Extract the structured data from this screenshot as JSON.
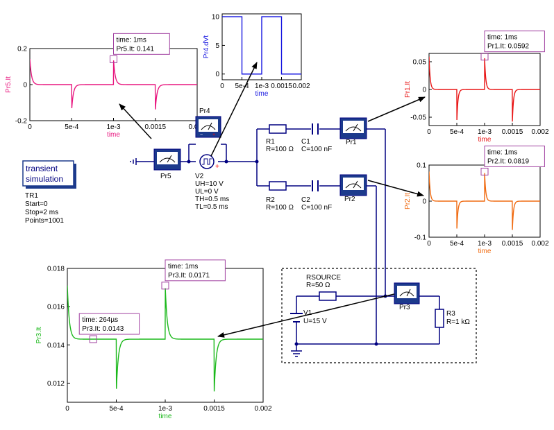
{
  "colors": {
    "wire": "#000080",
    "pr5": "#e8177f",
    "pr4": "#1515e0",
    "pr1": "#e81414",
    "pr2": "#f06a10",
    "pr3": "#1ab81a",
    "marker": "#a040a0",
    "dashed_box": "#000000"
  },
  "simulation": {
    "box_line1": "transient",
    "box_line2": "simulation",
    "name": "TR1",
    "start": "Start=0",
    "stop": "Stop=2 ms",
    "points": "Points=1001"
  },
  "components": {
    "pr5": "Pr5",
    "pr4": "Pr4",
    "pr1": "Pr1",
    "pr2": "Pr2",
    "pr3": "Pr3",
    "v2": {
      "name": "V2",
      "p1": "UH=10 V",
      "p2": "UL=0 V",
      "p3": "TH=0.5 ms",
      "p4": "TL=0.5 ms"
    },
    "r1": {
      "name": "R1",
      "value": "R=100 Ω"
    },
    "c1": {
      "name": "C1",
      "value": "C=100 nF"
    },
    "r2": {
      "name": "R2",
      "value": "R=100 Ω"
    },
    "c2": {
      "name": "C2",
      "value": "C=100 nF"
    },
    "rsource": {
      "name": "RSOURCE",
      "value": "R=50 Ω"
    },
    "v1": {
      "name": "V1",
      "value": "U=15 V"
    },
    "r3": {
      "name": "R3",
      "value": "R=1 kΩ"
    },
    "plus_sign": "+"
  },
  "chart_data": [
    {
      "id": "pr5",
      "type": "line",
      "ylabel": "Pr5.It",
      "xlabel": "time",
      "xlim": [
        0,
        0.002
      ],
      "ylim": [
        -0.2,
        0.2
      ],
      "xticks": [
        0,
        0.0005,
        0.001,
        0.0015,
        0.002
      ],
      "xtick_labels": [
        "0",
        "5e-4",
        "1e-3",
        "0.0015",
        "0.002"
      ],
      "yticks": [
        -0.2,
        0,
        0.2
      ],
      "ytick_labels": [
        "-0.2",
        "0",
        "0.2"
      ],
      "baseline": 0,
      "pulses": [
        {
          "t": 0.0,
          "amp": 0.141
        },
        {
          "t": 0.0005,
          "amp": -0.141
        },
        {
          "t": 0.001,
          "amp": 0.141
        },
        {
          "t": 0.0015,
          "amp": -0.141
        }
      ],
      "tau": 2e-05,
      "marker": {
        "x": 0.001,
        "y": 0.141,
        "line1": "time: 1ms",
        "line2": "Pr5.It: 0.141"
      }
    },
    {
      "id": "pr4",
      "type": "line",
      "ylabel": "Pr4.dVt",
      "xlabel": "time",
      "xlim": [
        0,
        0.002
      ],
      "ylim": [
        -1,
        10.5
      ],
      "xticks": [
        0,
        0.0005,
        0.001,
        0.0015,
        0.002
      ],
      "xtick_labels": [
        "0",
        "5e-4",
        "1e-3",
        "0.0015",
        "0.002"
      ],
      "yticks": [
        0,
        5,
        10
      ],
      "ytick_labels": [
        "0",
        "5",
        "10"
      ],
      "square": {
        "high": 10,
        "low": 0,
        "edges": [
          0,
          0.0005,
          0.001,
          0.0015
        ]
      }
    },
    {
      "id": "pr1",
      "type": "line",
      "ylabel": "Pr1.It",
      "xlabel": "time",
      "xlim": [
        0,
        0.002
      ],
      "ylim": [
        -0.065,
        0.065
      ],
      "xticks": [
        0,
        0.0005,
        0.001,
        0.0015,
        0.002
      ],
      "xtick_labels": [
        "0",
        "5e-4",
        "1e-3",
        "0.0015",
        "0.002"
      ],
      "yticks": [
        -0.05,
        0,
        0.05
      ],
      "ytick_labels": [
        "-0.05",
        "0",
        "0.05"
      ],
      "baseline": 0,
      "pulses": [
        {
          "t": 0.0,
          "amp": 0.0592
        },
        {
          "t": 0.0005,
          "amp": -0.0592
        },
        {
          "t": 0.001,
          "amp": 0.0592
        },
        {
          "t": 0.0015,
          "amp": -0.0592
        }
      ],
      "tau": 2e-05,
      "marker": {
        "x": 0.001,
        "y": 0.0592,
        "line1": "time: 1ms",
        "line2": "Pr1.It: 0.0592"
      }
    },
    {
      "id": "pr2",
      "type": "line",
      "ylabel": "Pr2.It",
      "xlabel": "time",
      "xlim": [
        0,
        0.002
      ],
      "ylim": [
        -0.1,
        0.1
      ],
      "xticks": [
        0,
        0.0005,
        0.001,
        0.0015,
        0.002
      ],
      "xtick_labels": [
        "0",
        "5e-4",
        "1e-3",
        "0.0015",
        "0.002"
      ],
      "yticks": [
        -0.1,
        0,
        0.1
      ],
      "ytick_labels": [
        "-0.1",
        "0",
        "0.1"
      ],
      "baseline": 0,
      "pulses": [
        {
          "t": 0.0,
          "amp": 0.0819
        },
        {
          "t": 0.0005,
          "amp": -0.0819
        },
        {
          "t": 0.001,
          "amp": 0.0819
        },
        {
          "t": 0.0015,
          "amp": -0.0819
        }
      ],
      "tau": 2e-05,
      "marker": {
        "x": 0.001,
        "y": 0.0819,
        "line1": "time: 1ms",
        "line2": "Pr2.It: 0.0819"
      }
    },
    {
      "id": "pr3",
      "type": "line",
      "ylabel": "Pr3.It",
      "xlabel": "time",
      "xlim": [
        0,
        0.002
      ],
      "ylim": [
        0.011,
        0.018
      ],
      "xticks": [
        0,
        0.0005,
        0.001,
        0.0015,
        0.002
      ],
      "xtick_labels": [
        "0",
        "5e-4",
        "1e-3",
        "0.0015",
        "0.002"
      ],
      "yticks": [
        0.012,
        0.014,
        0.016,
        0.018
      ],
      "ytick_labels": [
        "0.012",
        "0.014",
        "0.016",
        "0.018"
      ],
      "baseline": 0.0143,
      "pulses": [
        {
          "t": 0.0,
          "amp": 0.0028
        },
        {
          "t": 0.0005,
          "amp": -0.0028
        },
        {
          "t": 0.001,
          "amp": 0.0028
        },
        {
          "t": 0.0015,
          "amp": -0.0028
        }
      ],
      "tau": 2e-05,
      "markers": [
        {
          "x": 0.001,
          "y": 0.0171,
          "line1": "time: 1ms",
          "line2": "Pr3.It: 0.0171"
        },
        {
          "x": 0.000264,
          "y": 0.0143,
          "line1": "time: 264µs",
          "line2": "Pr3.It: 0.0143"
        }
      ]
    }
  ]
}
